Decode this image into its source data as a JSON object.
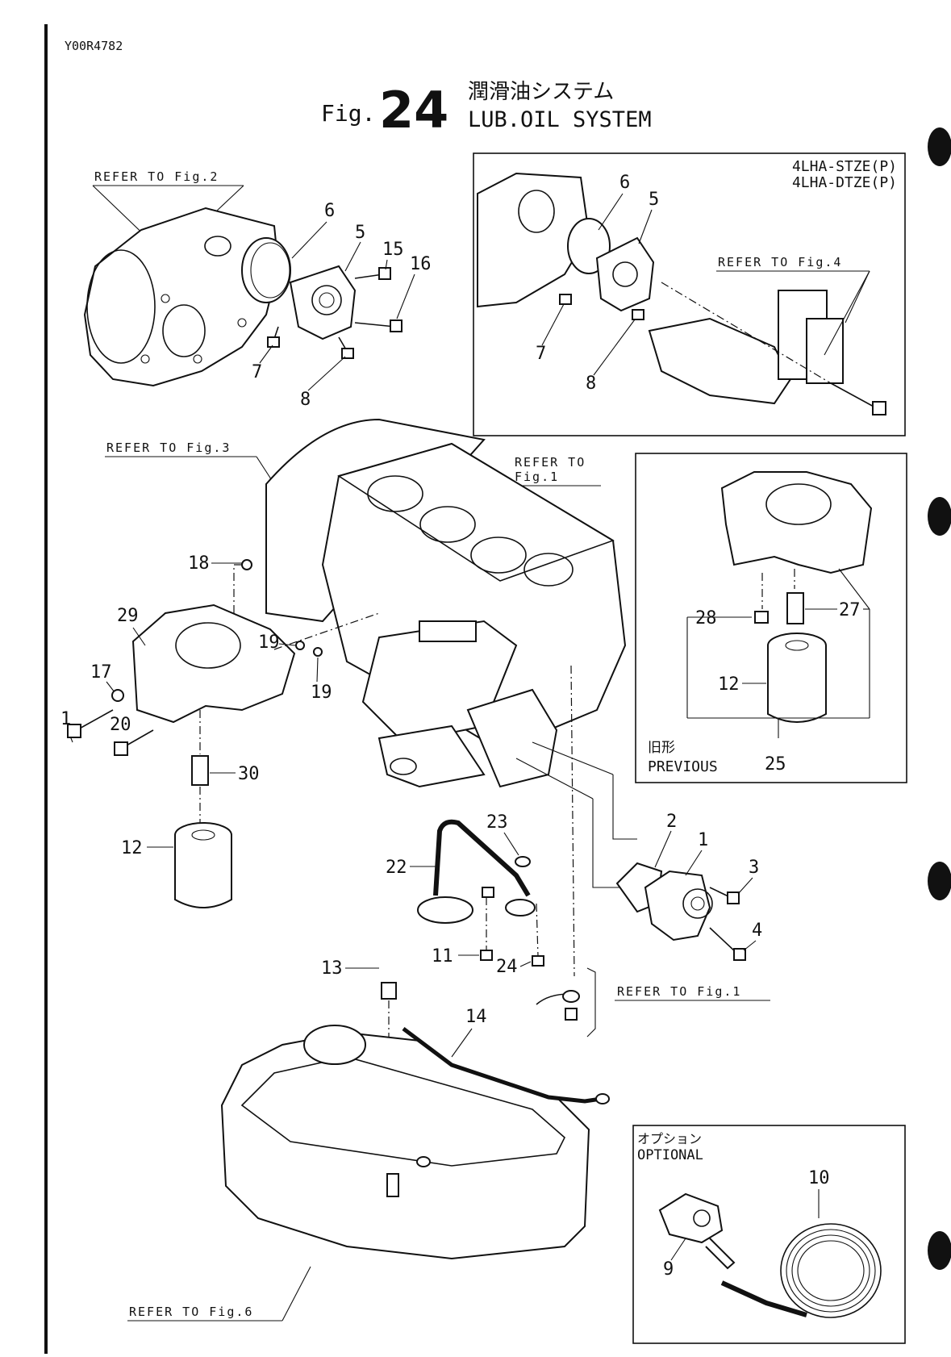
{
  "header": {
    "doc_code": "Y00R4782",
    "fig_prefix": "Fig.",
    "fig_number": "24",
    "title_jp": "潤滑油システム",
    "title_en": "LUB.OIL SYSTEM"
  },
  "references": {
    "fig2": "REFER TO Fig.2",
    "fig3": "REFER TO Fig.3",
    "fig1_top_line1": "REFER TO",
    "fig1_top_line2": "Fig.1",
    "fig4": "REFER TO Fig.4",
    "fig1_bottom": "REFER TO Fig.1",
    "fig6": "REFER TO Fig.6"
  },
  "inset_models": {
    "model_1": "4LHA-STZE(P)",
    "model_2": "4LHA-DTZE(P)"
  },
  "inset_previous": {
    "label_jp": "旧形",
    "label_en": "PREVIOUS",
    "part": "25"
  },
  "inset_optional": {
    "label_jp": "オプション",
    "label_en": "OPTIONAL"
  },
  "callouts": {
    "tl_6": "6",
    "tl_5": "5",
    "tl_15": "15",
    "tl_16": "16",
    "tl_7": "7",
    "tl_8": "8",
    "tr_6": "6",
    "tr_5": "5",
    "tr_7": "7",
    "tr_8": "8",
    "p_28": "28",
    "p_27": "27",
    "p_12": "12",
    "m_18": "18",
    "m_29": "29",
    "m_17": "17",
    "m_1": "1",
    "m_20": "20",
    "m_19a": "19",
    "m_19b": "19",
    "m_30": "30",
    "m_12": "12",
    "m_23": "23",
    "m_22": "22",
    "m_11": "11",
    "m_24": "24",
    "m_2": "2",
    "m_1b": "1",
    "m_3": "3",
    "m_4": "4",
    "m_13": "13",
    "m_14": "14",
    "o_10": "10",
    "o_9": "9"
  }
}
